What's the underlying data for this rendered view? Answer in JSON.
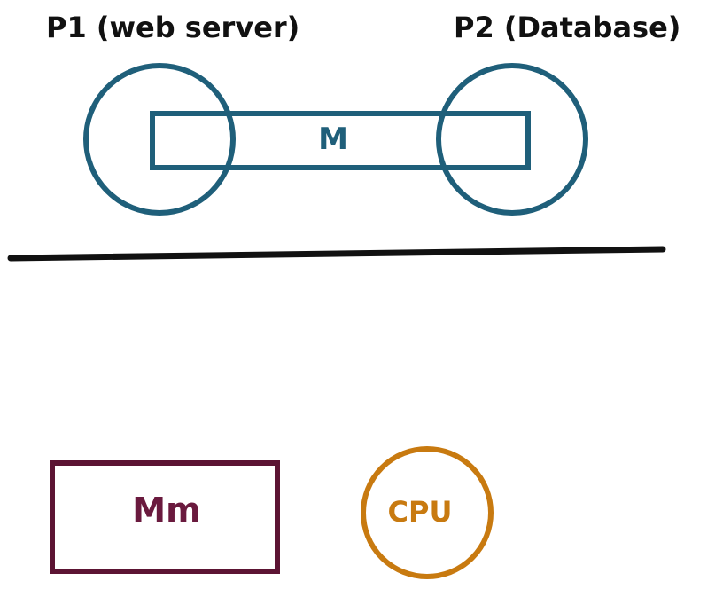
{
  "labels": {
    "p1": "P1 (web server)",
    "p2": "P2 (Database)",
    "shared_memory": "M",
    "main_memory": "Mm",
    "cpu": "CPU"
  },
  "colors": {
    "process_stroke": "#1f5f7a",
    "divider": "#111111",
    "main_memory_stroke": "#5c1433",
    "main_memory_text": "#6a1a3e",
    "cpu_stroke": "#c87a10",
    "cpu_text": "#c87a10",
    "label_text": "#111111"
  }
}
